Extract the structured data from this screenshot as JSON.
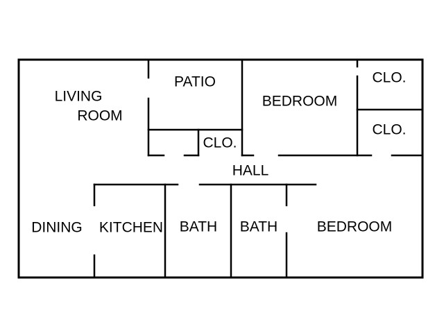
{
  "plan": {
    "rooms": {
      "living_room_line1": "LIVING",
      "living_room_line2": "ROOM",
      "patio": "PATIO",
      "bedroom_top": "BEDROOM",
      "closet_top_right": "CLO.",
      "closet_mid_right": "CLO.",
      "closet_patio": "CLO.",
      "hall": "HALL",
      "dining": "DINING",
      "kitchen": "KITCHEN",
      "bath_left": "BATH",
      "bath_right": "BATH",
      "bedroom_bottom": "BEDROOM"
    },
    "colors": {
      "line": "#000000",
      "background": "#ffffff"
    }
  }
}
